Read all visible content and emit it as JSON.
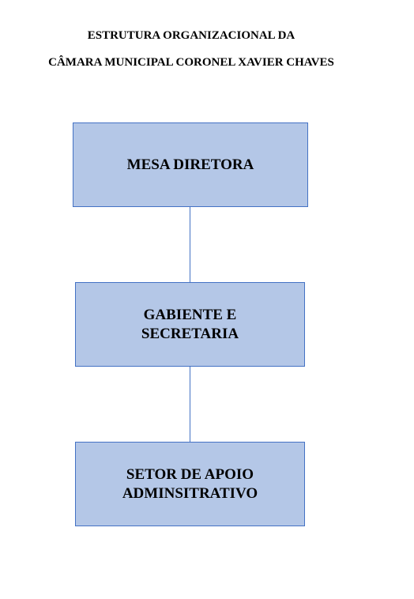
{
  "title": {
    "line1": "ESTRUTURA ORGANIZACIONAL DA",
    "line2": "CÂMARA MUNICIPAL CORONEL XAVIER CHAVES"
  },
  "nodes": [
    {
      "label": "MESA DIRETORA"
    },
    {
      "label": "GABIENTE E\nSECRETARIA"
    },
    {
      "label": "SETOR DE APOIO\nADMINSITRATIVO"
    }
  ],
  "colors": {
    "box_fill": "#b4c7e7",
    "box_border": "#4472c4",
    "connector": "#4472c4"
  }
}
